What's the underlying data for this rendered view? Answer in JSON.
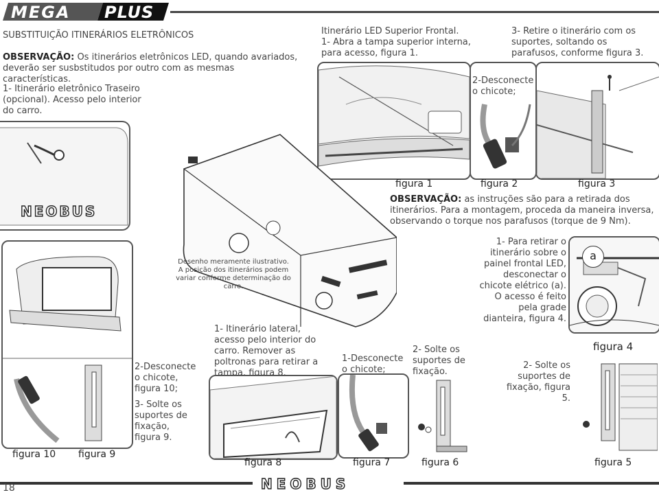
{
  "header": {
    "brand": "MEGAPLUS",
    "page_number": "18",
    "footer_brand": "NEOBUS"
  },
  "left": {
    "heading": "SUBSTITUIÇÃO ITINERÁRIOS ELETRÔNICOS",
    "obs_label": "OBSERVAÇÃO:",
    "obs_text": "Os itinerários eletrônicos LED, quando avariados, deverão ser susbstitudos por outro com as mesmas características.",
    "step1": "1- Itinerário eletrônico Traseiro (opcional). Acesso pelo interior do carro."
  },
  "front": {
    "intro": "Itinerário LED Superior Frontal.",
    "step1": "1- Abra a tampa superior interna, para acesso, figura 1.",
    "step2": "2-Desconecte o chicote;",
    "step3": "3- Retire o itinerário com os suportes, soltando os parafusos, conforme figura 3.",
    "obs_label": "OBSERVAÇÃO:",
    "obs_text": "as instruções são para a retirada dos itinerários. Para a montagem, proceda da maneira inversa, observando o torque nos parafusos (torque de 9 Nm)."
  },
  "bus": {
    "brand": "NEOBUS",
    "note": "Desenho meramente ilustrativo. A posição dos itinerários podem variar conforme determinação do carro."
  },
  "lateral": {
    "step1": "1- Itinerário lateral, acesso pelo interior do carro. Remover as poltronas para retirar a tampa, figura 8.",
    "step2": "1-Desconecte o chicote;",
    "step3": "2- Solte os suportes de fixação."
  },
  "rear": {
    "step2": "2-Desconecte o chicote, figura 10;",
    "step3": "3- Solte os suportes de fixação, figura 9."
  },
  "grade": {
    "step1": "1- Para retirar o itinerário sobre o painel frontal LED, desconectar o chicote elétrico (a). O acesso é feito pela grade dianteira, figura 4.",
    "step2": "2- Solte os suportes de fixação, figura 5.",
    "callout": "a"
  },
  "figures": {
    "f1": "figura 1",
    "f2": "figura 2",
    "f3": "figura 3",
    "f4": "figura 4",
    "f5": "figura 5",
    "f6": "figura 6",
    "f7": "figura 7",
    "f8": "figura 8",
    "f9": "figura 9",
    "f10": "figura 10"
  }
}
